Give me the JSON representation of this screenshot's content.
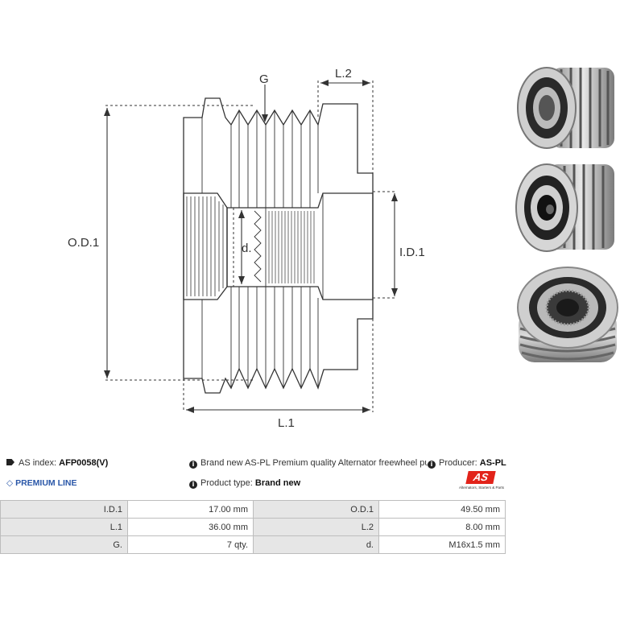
{
  "drawing": {
    "labels": {
      "od": "O.D.1",
      "id": "I.D.1",
      "l1": "L.1",
      "l2": "L.2",
      "g": "G",
      "d": "d."
    }
  },
  "photos": [
    {
      "name": "pulley-side-view"
    },
    {
      "name": "pulley-front-view"
    },
    {
      "name": "pulley-clutch-view"
    }
  ],
  "info": {
    "as_index_label": "AS index:",
    "as_index_value": "AFP0058(V)",
    "description": "Brand new AS-PL Premium quality Alternator freewheel pulley",
    "producer_label": "Producer:",
    "producer_value": "AS-PL",
    "premium_line": "PREMIUM LINE",
    "product_type_label": "Product type:",
    "product_type_value": "Brand new",
    "logo_text": "AS",
    "logo_sub": "Alternators, Starters & Parts"
  },
  "colors": {
    "accent_blue": "#2a57a8",
    "logo_red": "#e2231a"
  },
  "specs": [
    {
      "k1": "I.D.1",
      "v1": "17.00 mm",
      "k2": "O.D.1",
      "v2": "49.50 mm"
    },
    {
      "k1": "L.1",
      "v1": "36.00 mm",
      "k2": "L.2",
      "v2": "8.00 mm"
    },
    {
      "k1": "G.",
      "v1": "7 qty.",
      "k2": "d.",
      "v2": "M16x1.5 mm"
    }
  ]
}
